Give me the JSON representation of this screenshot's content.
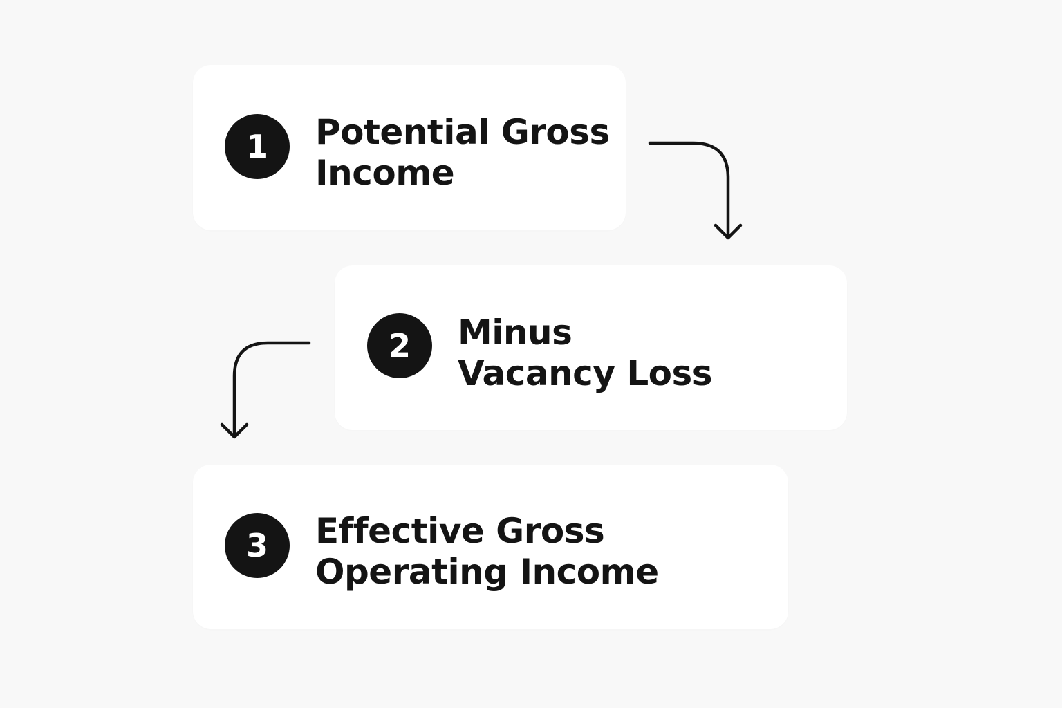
{
  "colors": {
    "background": "#f8f8f8",
    "card": "#ffffff",
    "ink": "#141414"
  },
  "steps": [
    {
      "number": "1",
      "line1": "Potential Gross",
      "line2": "Income"
    },
    {
      "number": "2",
      "line1": "Minus",
      "line2": "Vacancy Loss"
    },
    {
      "number": "3",
      "line1": "Effective Gross",
      "line2": "Operating Income"
    }
  ]
}
